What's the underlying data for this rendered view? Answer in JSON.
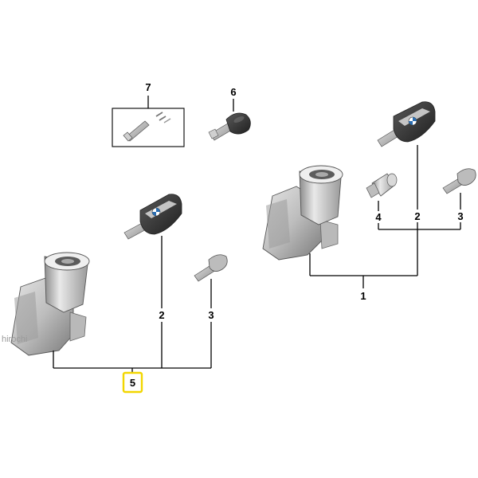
{
  "callouts": {
    "n7": "7",
    "n6": "6",
    "n4": "4",
    "n2_right": "2",
    "n3_right": "3",
    "n1": "1",
    "n2_left": "2",
    "n3_left": "3",
    "n5": "5"
  },
  "watermark": "hirochi",
  "colors": {
    "highlight_frame": "#f2d600",
    "part_light": "#d7d7d7",
    "part_mid": "#a9a9a9",
    "part_dark": "#6f6f6f",
    "key_dark": "#3a3a3a",
    "logo_blue": "#2a6db0"
  },
  "icons": [
    "ignition-lock-icon",
    "remote-key-icon",
    "mechanical-key-icon",
    "lock-cylinder-icon",
    "key-pin-icon",
    "key-fob-icon"
  ]
}
